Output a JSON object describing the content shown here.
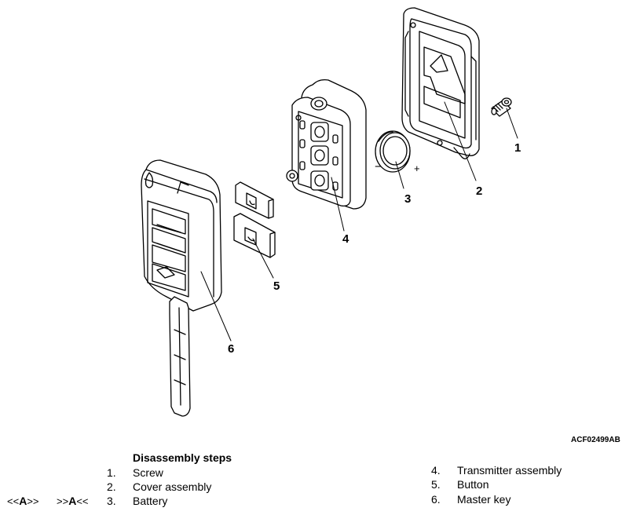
{
  "diagram": {
    "callouts": [
      "1",
      "2",
      "3",
      "4",
      "5",
      "6"
    ],
    "battery_minus": "−",
    "battery_plus": "+",
    "figure_ref": "ACF02499AB"
  },
  "steps": {
    "title": "Disassembly steps",
    "items": [
      {
        "num": "1.",
        "label": "Screw"
      },
      {
        "num": "2.",
        "label": "Cover assembly"
      },
      {
        "num": "3.",
        "label": "Battery"
      },
      {
        "num": "4.",
        "label": "Transmitter assembly"
      },
      {
        "num": "5.",
        "label": "Button"
      },
      {
        "num": "6.",
        "label": "Master key"
      }
    ],
    "battery_marks": {
      "a_open": "<<",
      "a_letter": "A",
      "a_close": ">>",
      "b_open": ">>",
      "b_letter": "A",
      "b_close": "<<"
    }
  }
}
